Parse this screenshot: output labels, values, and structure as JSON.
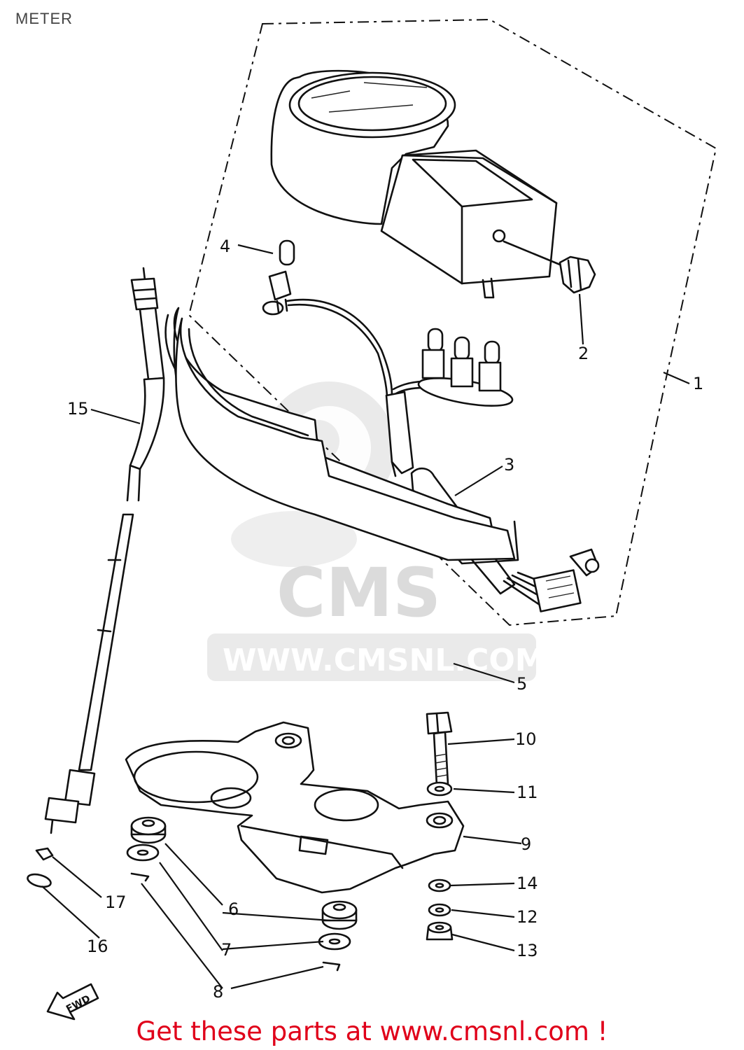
{
  "page": {
    "title": "METER",
    "footer": "Get these parts at www.cmsnl.com !"
  },
  "watermark": {
    "brand": "CMS",
    "url": "WWW.CMSNL.COM"
  },
  "orientation_label": "FWD",
  "callouts": [
    {
      "id": "1",
      "label": "1"
    },
    {
      "id": "2",
      "label": "2"
    },
    {
      "id": "3",
      "label": "3"
    },
    {
      "id": "4",
      "label": "4"
    },
    {
      "id": "5",
      "label": "5"
    },
    {
      "id": "6",
      "label": "6"
    },
    {
      "id": "7",
      "label": "7"
    },
    {
      "id": "8",
      "label": "8"
    },
    {
      "id": "9",
      "label": "9"
    },
    {
      "id": "10",
      "label": "10"
    },
    {
      "id": "11",
      "label": "11"
    },
    {
      "id": "12",
      "label": "12"
    },
    {
      "id": "13",
      "label": "13"
    },
    {
      "id": "14",
      "label": "14"
    },
    {
      "id": "15",
      "label": "15"
    },
    {
      "id": "16",
      "label": "16"
    },
    {
      "id": "17",
      "label": "17"
    }
  ],
  "colors": {
    "footer_text": "#e0001a",
    "line_art": "#111111",
    "watermark": "#d9d9d9"
  }
}
